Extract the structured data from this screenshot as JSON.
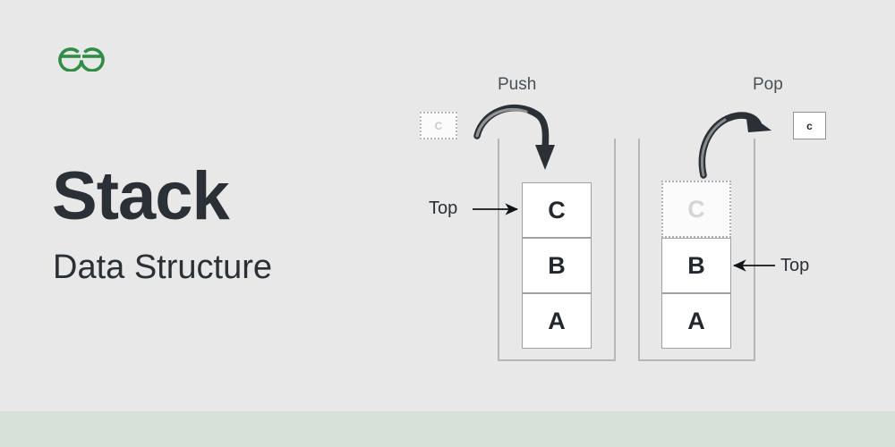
{
  "brand": {
    "logo_name": "geeksforgeeks-logo",
    "logo_color": "#2f8d46"
  },
  "heading": {
    "title": "Stack",
    "subtitle": "Data Structure"
  },
  "theme": {
    "background": "#e7e8e7",
    "bottom_band": "#d8e0da",
    "text": "#2b3036",
    "cell_border": "#9ea2a5",
    "container_border": "#b4b7b8",
    "arrow": "#2b3036",
    "ghost": "#c9cbcd"
  },
  "diagram": {
    "push": {
      "operation_label": "Push",
      "arrow_name": "push-curved-arrow",
      "incoming_element": {
        "label": "C",
        "state": "ghost"
      },
      "pointer": {
        "label": "Top",
        "direction": "right",
        "points_to": "C"
      },
      "cells": [
        {
          "label": "C",
          "state": "solid"
        },
        {
          "label": "B",
          "state": "solid"
        },
        {
          "label": "A",
          "state": "solid"
        }
      ]
    },
    "pop": {
      "operation_label": "Pop",
      "arrow_name": "pop-curved-arrow",
      "outgoing_element": {
        "label": "c",
        "state": "solid"
      },
      "pointer": {
        "label": "Top",
        "direction": "left",
        "points_to": "B"
      },
      "cells": [
        {
          "label": "C",
          "state": "ghost"
        },
        {
          "label": "B",
          "state": "solid"
        },
        {
          "label": "A",
          "state": "solid"
        }
      ]
    }
  }
}
